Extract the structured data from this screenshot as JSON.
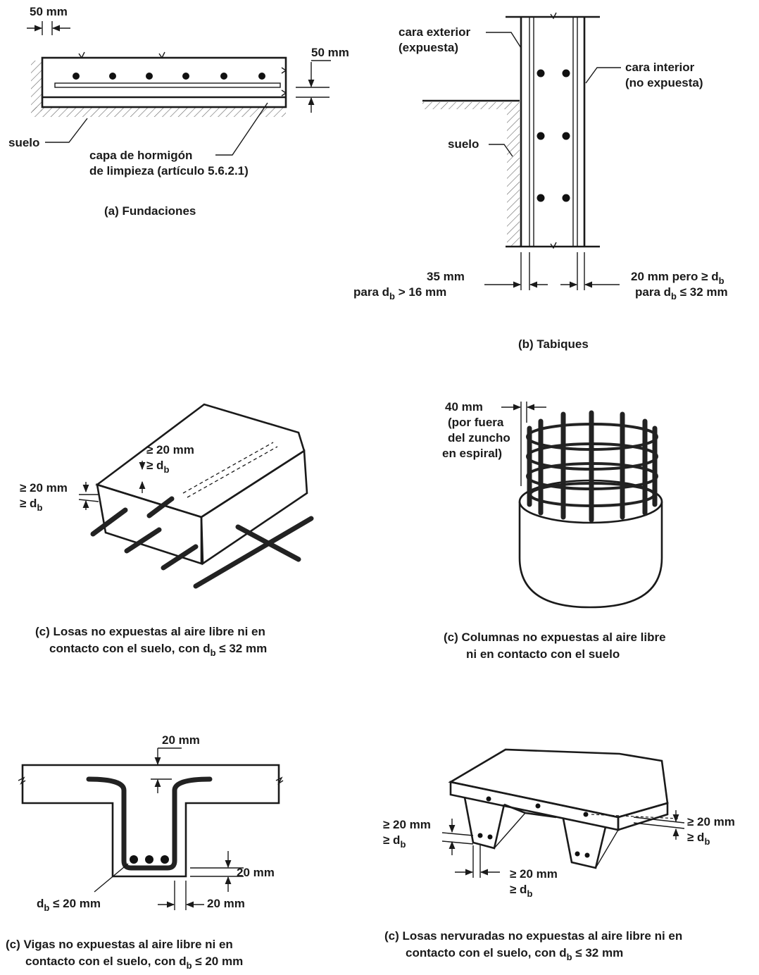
{
  "panel_a": {
    "dim_top": "50 mm",
    "dim_right": "50 mm",
    "soil": "suelo",
    "concrete_1": "capa de hormigón",
    "concrete_2": "de limpieza (artículo 5.6.2.1)",
    "caption": "(a) Fundaciones"
  },
  "panel_b": {
    "exterior_1": "cara exterior",
    "exterior_2": "(expuesta)",
    "interior_1": "cara interior",
    "interior_2": "(no expuesta)",
    "soil": "suelo",
    "dim_left_1": "35 mm",
    "dim_left_2a": "para  d",
    "dim_left_2b": "b",
    "dim_left_2c": " > 16 mm",
    "dim_right_1a": "20 mm  pero  ≥ d",
    "dim_right_1b": "b",
    "dim_right_2a": "para  d",
    "dim_right_2b": "b",
    "dim_right_2c": " ≤ 32 mm",
    "caption": "(b) Tabiques"
  },
  "panel_c1": {
    "top_1": "≥ 20 mm",
    "top_2a": "≥ d",
    "top_2b": "b",
    "side_1": "≥ 20 mm",
    "side_2a": "≥ d",
    "side_2b": "b",
    "caption_1": "(c) Losas no expuestas al aire libre ni en",
    "caption_2a": "contacto con el suelo, con  d",
    "caption_2b": "b",
    "caption_2c": " ≤ 32 mm"
  },
  "panel_c2": {
    "dim_1": "40 mm",
    "dim_2": "(por fuera",
    "dim_3": "del zuncho",
    "dim_4": "en espiral)",
    "caption_1": "(c) Columnas no expuestas al aire libre",
    "caption_2": "ni en contacto con el suelo"
  },
  "panel_c3": {
    "dim_top": "20 mm",
    "dim_right": "20 mm",
    "dim_bottom": "20 mm",
    "db_a": "d",
    "db_b": "b",
    "db_c": " ≤ 20 mm",
    "caption_1": "(c) Vigas no expuestas al aire libre ni en",
    "caption_2a": "contacto con el suelo, con  d",
    "caption_2b": "b",
    "caption_2c": " ≤ 20 mm"
  },
  "panel_c4": {
    "left_1": "≥ 20 mm",
    "left_2a": "≥ d",
    "left_2b": "b",
    "right_1": "≥ 20 mm",
    "right_2a": "≥ d",
    "right_2b": "b",
    "bottom_1": "≥ 20 mm",
    "bottom_2a": "≥ d",
    "bottom_2b": "b",
    "caption_1": "(c) Losas nervuradas no expuestas al aire libre ni en",
    "caption_2a": "contacto con el suelo, con  d",
    "caption_2b": "b",
    "caption_2c": " ≤ 32 mm"
  }
}
